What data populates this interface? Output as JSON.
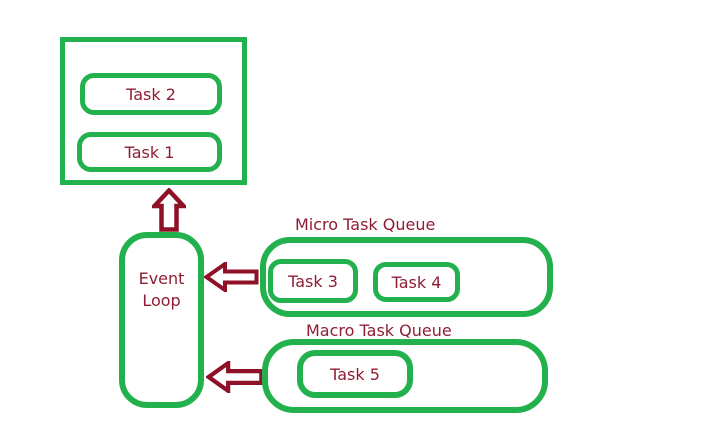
{
  "colors": {
    "shape_green": "#22B14C",
    "arrow_maroon": "#8E1127",
    "text_maroon": "#8F1D33",
    "background": "#FFFFFF"
  },
  "diagram": {
    "call_stack": {
      "tasks": [
        {
          "label": "Task 2"
        },
        {
          "label": "Task 1"
        }
      ]
    },
    "event_loop": {
      "label": "Event Loop"
    },
    "micro_queue": {
      "title": "Micro Task Queue",
      "tasks": [
        {
          "label": "Task 3"
        },
        {
          "label": "Task 4"
        }
      ]
    },
    "macro_queue": {
      "title": "Macro Task Queue",
      "tasks": [
        {
          "label": "Task 5"
        }
      ]
    },
    "icons": {
      "up_arrow": "up-block-arrow",
      "left_arrow_micro": "left-block-arrow",
      "left_arrow_macro": "left-block-arrow"
    }
  }
}
